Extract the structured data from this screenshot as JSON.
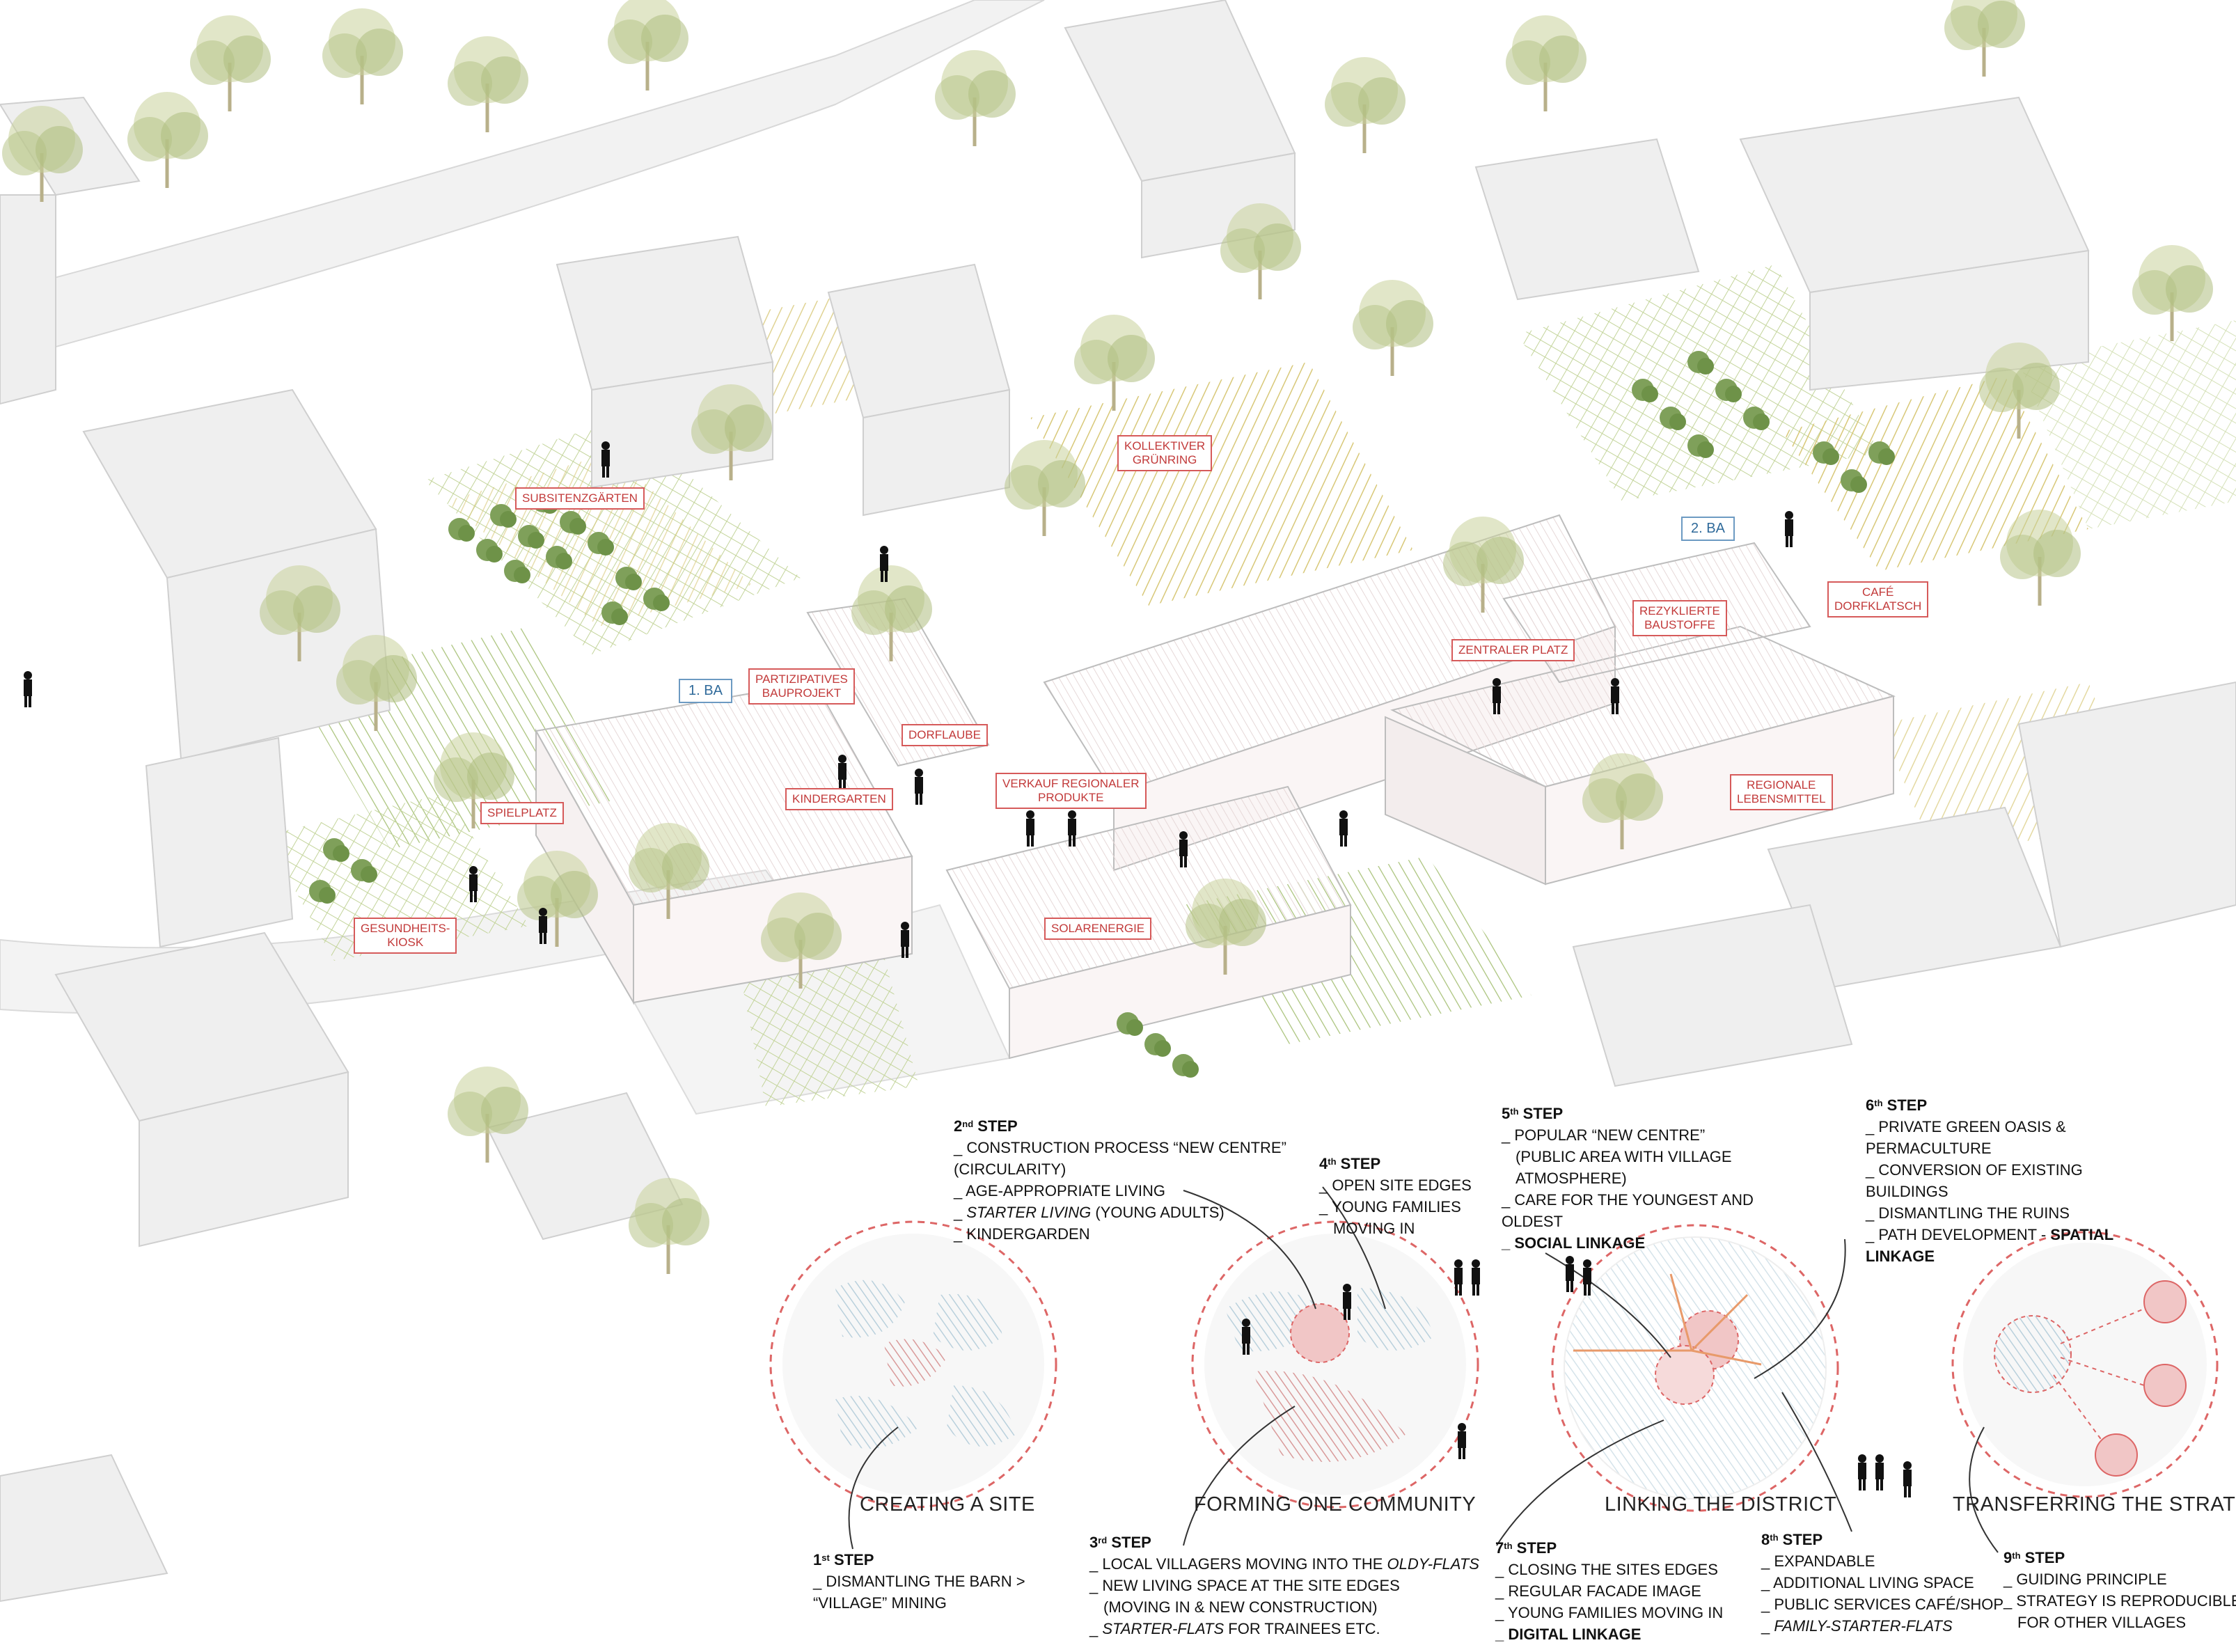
{
  "map_labels": {
    "substitenzgaerten": "SUBSITENZGÄRTEN",
    "kollektiver_gruenring": "KOLLEKTIVER\nGRÜNRING",
    "partizipatives_bauprojekt": "PARTIZIPATIVES\nBAUPROJEKT",
    "dorflaube": "DORFLAUBE",
    "kindergarten": "KINDERGARTEN",
    "spielplatz": "SPIELPLATZ",
    "gesundheitskiosk": "GESUNDHEITS-\nKIOSK",
    "verkauf": "VERKAUF REGIONALER\nPRODUKTE",
    "solarenergie": "SOLARENERGIE",
    "zentraler_platz": "ZENTRALER PLATZ",
    "rezyklierte_baustoffe": "REZYKLIERTE\nBAUSTOFFE",
    "cafe_dorfklatsch": "CAFÉ\nDORFKLATSCH",
    "regionale_lebensmittel": "REGIONALE\nLEBENSMITTEL",
    "ba1": "1. BA",
    "ba2": "2. BA"
  },
  "circles": {
    "creating": "CREATING A SITE",
    "forming": "FORMING ONE COMMUNITY",
    "linking": "LINKING THE DISTRICT",
    "transferring": "TRANSFERRING THE STRATEGY"
  },
  "steps": {
    "s1": {
      "num": "1",
      "sup": "st",
      "word": "STEP",
      "l1": "_ DISMANTLING THE BARN >",
      "l2": "“VILLAGE” MINING"
    },
    "s2": {
      "num": "2",
      "sup": "nd",
      "word": "STEP",
      "l1": "_ CONSTRUCTION PROCESS “NEW CENTRE”",
      "l2": "(CIRCULARITY)",
      "l3": "_ AGE-APPROPRIATE LIVING",
      "l4a": "_ ",
      "l4b": "STARTER LIVING",
      "l4c": " (YOUNG ADULTS)",
      "l5": "_ KINDERGARDEN"
    },
    "s3": {
      "num": "3",
      "sup": "rd",
      "word": "STEP",
      "l1a": "_ LOCAL VILLAGERS MOVING INTO THE ",
      "l1b": "OLDY-FLATS",
      "l2": "_ NEW LIVING SPACE AT THE SITE EDGES",
      "l3": "(MOVING IN & NEW CONSTRUCTION)",
      "l4a": "_ ",
      "l4b": "STARTER-FLATS",
      "l4c": " FOR TRAINEES ETC."
    },
    "s4": {
      "num": "4",
      "sup": "th",
      "word": "STEP",
      "l1": "_ OPEN SITE EDGES",
      "l2": "_ YOUNG FAMILIES",
      "l3": "MOVING IN"
    },
    "s5": {
      "num": "5",
      "sup": "th",
      "word": "STEP",
      "l1": "_ POPULAR “NEW CENTRE”",
      "l2": "(PUBLIC AREA WITH VILLAGE",
      "l3": "ATMOSPHERE)",
      "l4": "_ CARE FOR THE YOUNGEST AND",
      "l5": "OLDEST",
      "l6": "_ SOCIAL LINKAGE"
    },
    "s6": {
      "num": "6",
      "sup": "th",
      "word": "STEP",
      "l1": "_ PRIVATE GREEN OASIS &",
      "l2": "PERMACULTURE",
      "l3": "_ CONVERSION OF EXISTING",
      "l4": "BUILDINGS",
      "l5": "_ DISMANTLING THE RUINS",
      "l6a": "_ PATH DEVELOPMENT - ",
      "l6b": "SPATIAL",
      "l7": "LINKAGE"
    },
    "s7": {
      "num": "7",
      "sup": "th",
      "word": "STEP",
      "l1": "_ CLOSING THE SITES EDGES",
      "l2": "_ REGULAR FACADE IMAGE",
      "l3": "_ YOUNG FAMILIES MOVING IN",
      "l4": "_ DIGITAL LINKAGE"
    },
    "s8": {
      "num": "8",
      "sup": "th",
      "word": "STEP",
      "l1": "_ EXPANDABLE",
      "l2": "_ ADDITIONAL LIVING SPACE",
      "l3": "_ PUBLIC SERVICES CAFÉ/SHOP",
      "l4a": "_ ",
      "l4b": "FAMILY-STARTER-FLATS"
    },
    "s9": {
      "num": "9",
      "sup": "th",
      "word": "STEP",
      "l1": "_ GUIDING PRINCIPLE",
      "l2": "_ STRATEGY IS REPRODUCIBLE",
      "l3": "FOR OTHER VILLAGES"
    }
  },
  "colors": {
    "accent_red": "#d65a5a",
    "accent_blue": "#6c9ac2",
    "tree_green": "#b8c48a",
    "field_yellow": "#e8dca0",
    "building_grey": "#e9e9e9"
  }
}
